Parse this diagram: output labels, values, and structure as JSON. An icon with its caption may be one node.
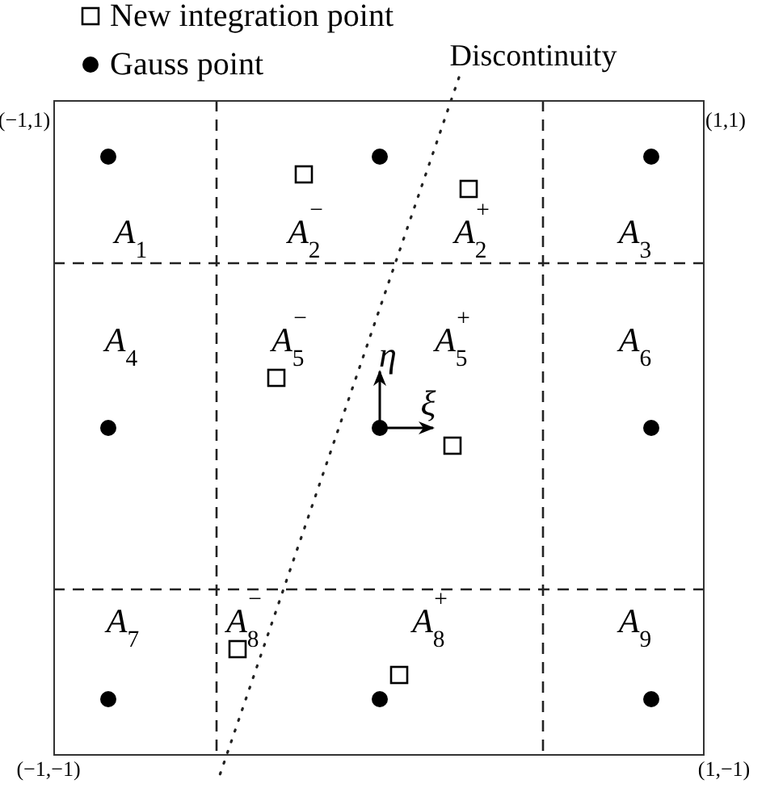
{
  "diagram": {
    "nodes": [
      {
        "text": [],
        "shape": "box"
      },
      {
        "text": [
          "*A*$_{1}$"
        ],
        "in": 0
      },
      {
        "text": [
          "*A*$_{2}$$^{−}$",
          "*A*$_{2}$$^{+}$"
        ],
        "in": 0
      },
      {
        "text": [
          "*A*$_{3}$"
        ],
        "in": 0
      },
      {
        "text": [
          "*A*$_{4}$"
        ],
        "in": 0
      },
      {
        "text": [
          "*A*$_{5}$$^{−}$",
          "*A*$_{5}$$^{+}$"
        ],
        "in": 0
      },
      {
        "text": [
          "*A*$_{6}$"
        ],
        "in": 0
      },
      {
        "text": [
          "*A*$_{7}$"
        ],
        "in": 0
      },
      {
        "text": [
          "*A*$_{8}$$^{−}$",
          "*A*$_{8}$$^{+}$"
        ],
        "in": 0
      },
      {
        "text": [
          "*A*$_{9}$"
        ],
        "in": 0
      }
    ],
    "labels": [
      "Discontinuity",
      "(−1,1)",
      "(1,1)",
      "*η*",
      "*ξ*",
      "(−1,−1)",
      "(1,−1)"
    ],
    "legend": [
      {
        "text": "New integration point"
      },
      {
        "text": "Gauss point"
      }
    ]
  }
}
